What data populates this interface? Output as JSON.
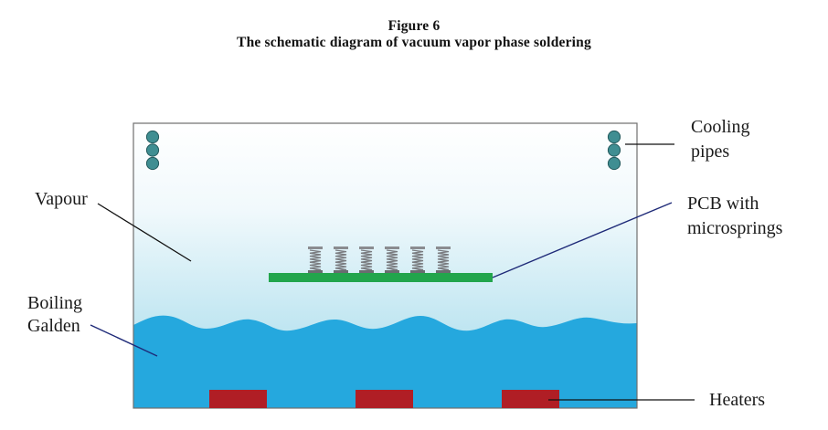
{
  "figure": {
    "number_label": "Figure 6",
    "title": "The schematic diagram of vacuum vapor phase soldering"
  },
  "labels": {
    "cooling_pipes": [
      "Cooling",
      "pipes"
    ],
    "vapour": "Vapour",
    "pcb": [
      "PCB with",
      "microsprings"
    ],
    "boiling_galden": [
      "Boiling",
      "Galden"
    ],
    "heaters": "Heaters"
  },
  "counts": {
    "heaters": 3,
    "microsprings": 6,
    "cooling_pipes_per_side": 3
  },
  "colors": {
    "vapour_top": "#ffffff",
    "vapour_bottom": "#9fd9ea",
    "galden": "#25a8de",
    "heater": "#b01e25",
    "pcb": "#22a54c",
    "pipe_fill": "#3f8e92",
    "pipe_stroke": "#23595c",
    "spring": "#7a7c80",
    "chamber_border": "#6f6f6f",
    "leader_dark": "#111111",
    "leader_navy": "#1e2a78"
  }
}
